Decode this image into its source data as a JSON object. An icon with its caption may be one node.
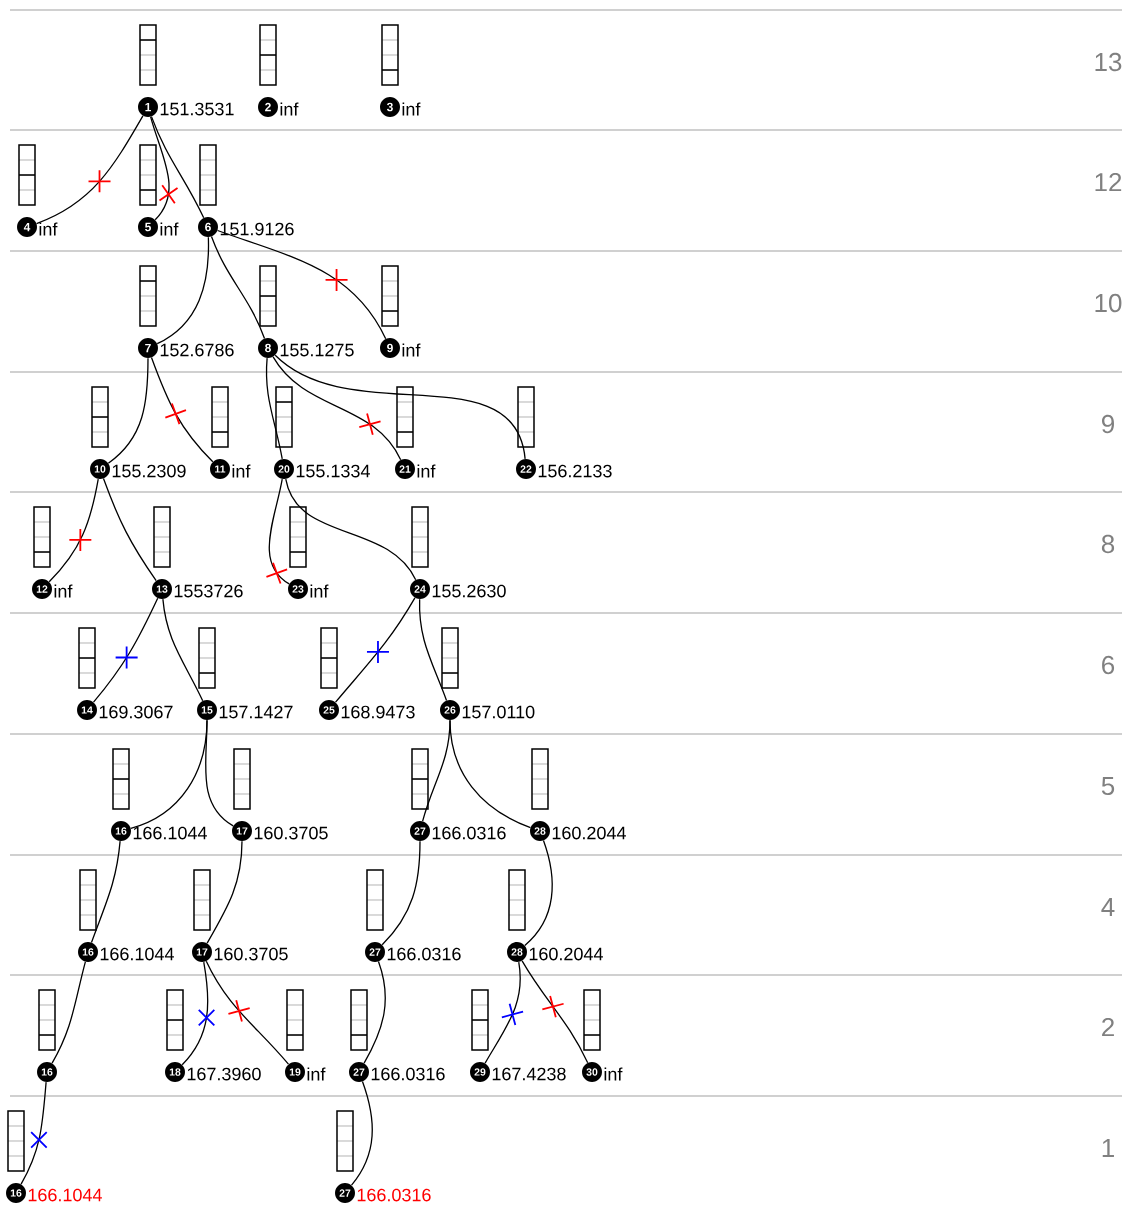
{
  "diagram": {
    "nodes": [
      {
        "text": [
          "1"
        ],
        "beside": [
          "151.3531"
        ]
      },
      {
        "text": [
          "2"
        ],
        "beside": [
          "inf"
        ]
      },
      {
        "text": [
          "3"
        ],
        "beside": [
          "inf"
        ]
      },
      {
        "text": [
          "4"
        ],
        "beside": [
          "inf"
        ]
      },
      {
        "text": [
          "5"
        ],
        "beside": [
          "inf"
        ]
      },
      {
        "text": [
          "6"
        ],
        "beside": [
          "151.9126"
        ]
      },
      {
        "text": [
          "7"
        ],
        "beside": [
          "152.6786"
        ]
      },
      {
        "text": [
          "8"
        ],
        "beside": [
          "155.1275"
        ]
      },
      {
        "text": [
          "9"
        ],
        "beside": [
          "inf"
        ]
      },
      {
        "text": [
          "10"
        ],
        "beside": [
          "155.2309"
        ]
      },
      {
        "text": [
          "11"
        ],
        "beside": [
          "inf"
        ]
      },
      {
        "text": [
          "20"
        ],
        "beside": [
          "155.1334"
        ]
      },
      {
        "text": [
          "21"
        ],
        "beside": [
          "inf"
        ]
      },
      {
        "text": [
          "22"
        ],
        "beside": [
          "156.2133"
        ]
      },
      {
        "text": [
          "12"
        ],
        "beside": [
          "inf"
        ]
      },
      {
        "text": [
          "13"
        ],
        "beside": [
          "1553726"
        ]
      },
      {
        "text": [
          "23"
        ],
        "beside": [
          "inf"
        ]
      },
      {
        "text": [
          "24"
        ],
        "beside": [
          "155.2630"
        ]
      },
      {
        "text": [
          "14"
        ],
        "beside": [
          "169.3067"
        ]
      },
      {
        "text": [
          "15"
        ],
        "beside": [
          "157.1427"
        ]
      },
      {
        "text": [
          "25"
        ],
        "beside": [
          "168.9473"
        ]
      },
      {
        "text": [
          "26"
        ],
        "beside": [
          "157.0110"
        ]
      },
      {
        "text": [
          "16"
        ],
        "beside": [
          "166.1044"
        ]
      },
      {
        "text": [
          "17"
        ],
        "beside": [
          "160.3705"
        ]
      },
      {
        "text": [
          "27"
        ],
        "beside": [
          "166.0316"
        ]
      },
      {
        "text": [
          "28"
        ],
        "beside": [
          "160.2044"
        ]
      },
      {
        "text": [
          "16"
        ],
        "beside": [
          "166.1044"
        ]
      },
      {
        "text": [
          "17"
        ],
        "beside": [
          "160.3705"
        ]
      },
      {
        "text": [
          "27"
        ],
        "beside": [
          "166.0316"
        ]
      },
      {
        "text": [
          "28"
        ],
        "beside": [
          "160.2044"
        ]
      },
      {
        "text": [
          "16"
        ]
      },
      {
        "text": [
          "18"
        ],
        "beside": [
          "167.3960"
        ]
      },
      {
        "text": [
          "19"
        ],
        "beside": [
          "inf"
        ]
      },
      {
        "text": [
          "27"
        ],
        "beside": [
          "166.0316"
        ]
      },
      {
        "text": [
          "29"
        ],
        "beside": [
          "167.4238"
        ]
      },
      {
        "text": [
          "30"
        ],
        "beside": [
          "inf"
        ]
      },
      {
        "text": [
          "16"
        ],
        "beside": [
          "166.1044"
        ]
      },
      {
        "text": [
          "27"
        ],
        "beside": [
          "166.0316"
        ]
      }
    ],
    "edges": [
      {
        "from": 0,
        "to": 3,
        "arrow": "none"
      },
      {
        "from": 0,
        "to": 4,
        "arrow": "none"
      },
      {
        "from": 0,
        "to": 5,
        "arrow": "none"
      },
      {
        "from": 5,
        "to": 6,
        "arrow": "none"
      },
      {
        "from": 5,
        "to": 7,
        "arrow": "none"
      },
      {
        "from": 5,
        "to": 8,
        "arrow": "none"
      },
      {
        "from": 6,
        "to": 9,
        "arrow": "none"
      },
      {
        "from": 6,
        "to": 10,
        "arrow": "none"
      },
      {
        "from": 7,
        "to": 11,
        "arrow": "none"
      },
      {
        "from": 7,
        "to": 12,
        "arrow": "none"
      },
      {
        "from": 7,
        "to": 13,
        "arrow": "none"
      },
      {
        "from": 9,
        "to": 14,
        "arrow": "none"
      },
      {
        "from": 9,
        "to": 15,
        "arrow": "none"
      },
      {
        "from": 11,
        "to": 16,
        "arrow": "none"
      },
      {
        "from": 11,
        "to": 17,
        "arrow": "none"
      },
      {
        "from": 15,
        "to": 18,
        "arrow": "none"
      },
      {
        "from": 15,
        "to": 19,
        "arrow": "none"
      },
      {
        "from": 17,
        "to": 20,
        "arrow": "none"
      },
      {
        "from": 17,
        "to": 21,
        "arrow": "none"
      },
      {
        "from": 19,
        "to": 22,
        "arrow": "none"
      },
      {
        "from": 19,
        "to": 23,
        "arrow": "none"
      },
      {
        "from": 21,
        "to": 24,
        "arrow": "none"
      },
      {
        "from": 21,
        "to": 25,
        "arrow": "none"
      },
      {
        "from": 22,
        "to": 26,
        "arrow": "none"
      },
      {
        "from": 23,
        "to": 27,
        "arrow": "none"
      },
      {
        "from": 24,
        "to": 28,
        "arrow": "none"
      },
      {
        "from": 25,
        "to": 29,
        "arrow": "none"
      },
      {
        "from": 26,
        "to": 30,
        "arrow": "none"
      },
      {
        "from": 27,
        "to": 31,
        "arrow": "none"
      },
      {
        "from": 27,
        "to": 32,
        "arrow": "none"
      },
      {
        "from": 28,
        "to": 33,
        "arrow": "none"
      },
      {
        "from": 29,
        "to": 34,
        "arrow": "none"
      },
      {
        "from": 29,
        "to": 35,
        "arrow": "none"
      },
      {
        "from": 30,
        "to": 36,
        "arrow": "none"
      },
      {
        "from": 33,
        "to": 37,
        "arrow": "none"
      }
    ],
    "labels": [
      "13",
      "12",
      "10",
      "9",
      "8",
      "6",
      "5",
      "4",
      "2",
      "1"
    ]
  }
}
